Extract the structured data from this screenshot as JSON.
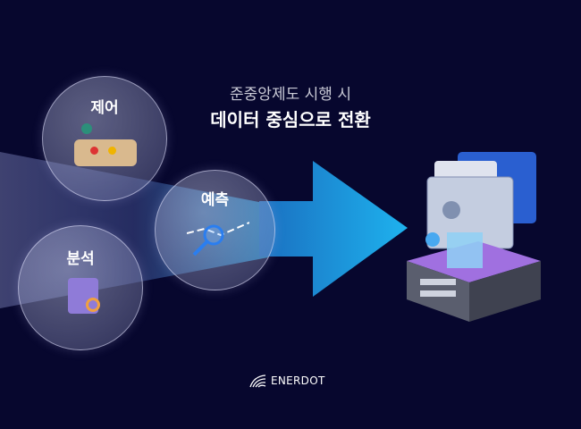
{
  "headline": {
    "subtitle": "준중앙제도 시행 시",
    "title": "데이터 중심으로 전환"
  },
  "circles": [
    {
      "label": "제어"
    },
    {
      "label": "분석"
    },
    {
      "label": "예측"
    }
  ],
  "brand": {
    "name": "ENERDOT"
  },
  "colors": {
    "background": "#07072e",
    "arrow": "#1ea6e6"
  }
}
